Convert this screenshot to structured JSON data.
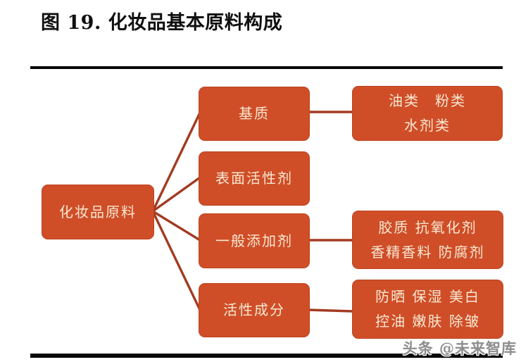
{
  "title": "图 19. 化妆品基本原料构成",
  "watermark": "头条 @未来智库",
  "colors": {
    "box": "#cf4e28",
    "border": "#bc431e",
    "line": "#a33b22",
    "boxtext": "#f7e8d1"
  },
  "diagram": {
    "root": "化妆品原料",
    "branches": [
      {
        "label": "基质",
        "children": [
          "油类　粉类",
          "水剂类"
        ]
      },
      {
        "label": "表面活性剂",
        "children": []
      },
      {
        "label": "一般添加剂",
        "children": [
          "胶质 抗氧化剂",
          "香精香料 防腐剂"
        ]
      },
      {
        "label": "活性成分",
        "children": [
          "防晒 保湿 美白",
          "控油 嫩肤 除皱"
        ]
      }
    ]
  }
}
